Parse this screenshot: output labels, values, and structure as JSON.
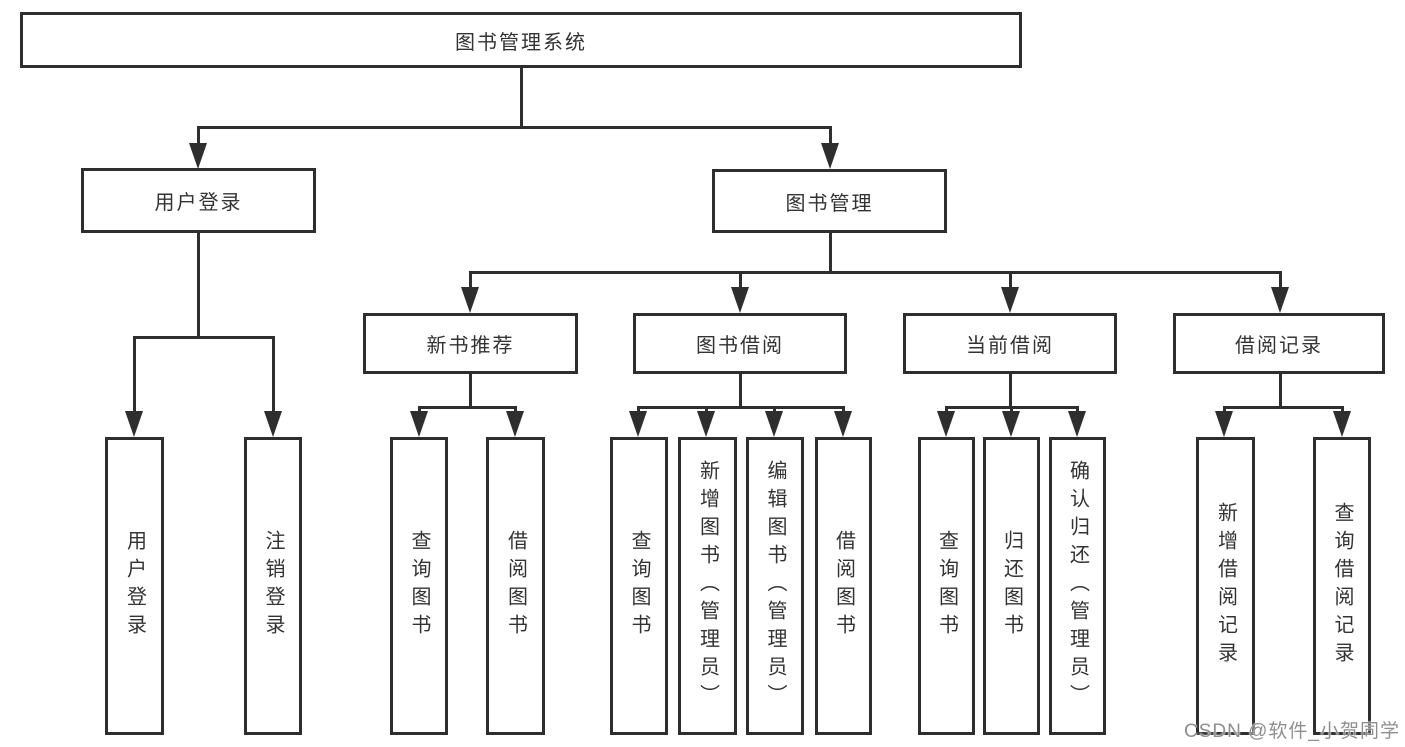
{
  "diagram": {
    "type": "hierarchy-tree",
    "orientation": "top-down"
  },
  "tree": {
    "label": "图书管理系统",
    "children": [
      {
        "label": "用户登录",
        "children": [
          {
            "label": "用户登录"
          },
          {
            "label": "注销登录"
          }
        ]
      },
      {
        "label": "图书管理",
        "children": [
          {
            "label": "新书推荐",
            "children": [
              {
                "label": "查询图书"
              },
              {
                "label": "借阅图书"
              }
            ]
          },
          {
            "label": "图书借阅",
            "children": [
              {
                "label": "查询图书"
              },
              {
                "label": "新增图书（管理员）"
              },
              {
                "label": "编辑图书（管理员）"
              },
              {
                "label": "借阅图书"
              }
            ]
          },
          {
            "label": "当前借阅",
            "children": [
              {
                "label": "查询图书"
              },
              {
                "label": "归还图书"
              },
              {
                "label": "确认归还（管理员）"
              }
            ]
          },
          {
            "label": "借阅记录",
            "children": [
              {
                "label": "新增借阅记录"
              },
              {
                "label": "查询借阅记录"
              }
            ]
          }
        ]
      }
    ]
  },
  "watermark": {
    "text": "CSDN @软件_小贺同学"
  },
  "colors": {
    "line": "#2e2e2e",
    "text": "#333333",
    "background": "#ffffff",
    "watermark": "#8f8f8f"
  }
}
